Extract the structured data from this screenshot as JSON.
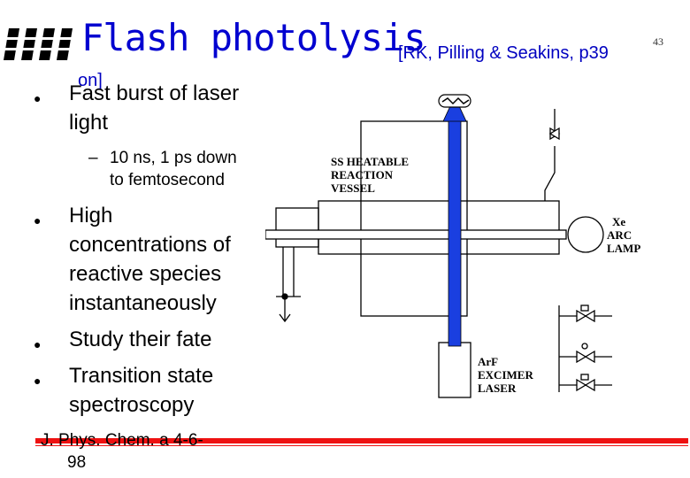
{
  "slide": {
    "title": "Flash photolysis",
    "reference": "[RK, Pilling & Seakins, p39",
    "reference_cont": "on]",
    "page_number": "43"
  },
  "bullets": [
    {
      "text": "Fast burst of laser light",
      "lines": [
        "Fast burst of laser",
        "light"
      ]
    },
    {
      "text": "High concentrations of reactive species instantaneously",
      "lines": [
        "High",
        "concentrations of",
        "reactive species",
        "instantaneously"
      ]
    },
    {
      "text": "Study their fate",
      "lines": [
        "Study their fate"
      ]
    },
    {
      "text": "Transition state spectroscopy",
      "lines": [
        "Transition state",
        "spectroscopy"
      ]
    }
  ],
  "sub_bullet": {
    "dash": "–",
    "lines": [
      "10 ns, 1 ps down",
      "to femtosecond"
    ]
  },
  "citation": {
    "lines": [
      "J. Phys. Chem. a 4-6-",
      "98"
    ]
  },
  "diagram": {
    "labels": {
      "vessel": [
        "SS HEATABLE",
        "REACTION",
        "VESSEL"
      ],
      "lamp": [
        "Xe",
        "ARC",
        "LAMP"
      ],
      "laser": [
        "ArF",
        "EXCIMER",
        "LASER"
      ]
    },
    "colors": {
      "beam": "#1a3fe0",
      "accent_rule": "#ee1111",
      "title": "#0000d0"
    }
  }
}
